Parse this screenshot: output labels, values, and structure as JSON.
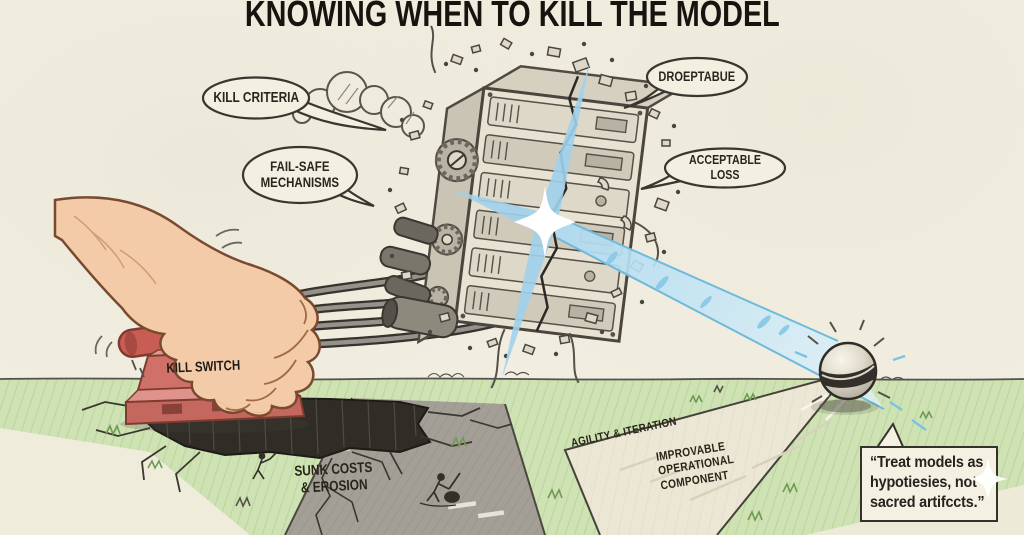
{
  "title": "KNOWING WHEN TO KILL THE MODEL",
  "callouts": {
    "kill_criteria": "KILL CRITERIA",
    "fail_safe": {
      "line1": "FAIL-SAFE",
      "line2": "MECHANISMS"
    },
    "droeptabue": "DROEPTABUE",
    "acceptable_loss": "ACCEPTABLE LOSS"
  },
  "labels": {
    "kill_switch": "KILL SWITCH",
    "sunk_costs": {
      "line1": "SUNK COSTS",
      "line2": "& EROSION"
    },
    "agility_iteration": "AGILITY & ITERATION",
    "improvable": {
      "line1": "IMPROVABLE",
      "line2": "OPERATIONAL",
      "line3": "COMPONENT"
    }
  },
  "quote": {
    "line1": "“Treat models as",
    "line2": "hypotiesies, not",
    "line3": "sacred artifccts.”"
  },
  "icons": {
    "hand": "pressing-hand-icon",
    "plunger": "detonator-plunger-icon",
    "server": "exploding-server-rack-icon",
    "starburst": "blue-starburst-icon",
    "beam": "light-beam-icon",
    "ball": "rolling-marble-icon",
    "smoke": "smoke-cloud-icon",
    "sparkle": "white-sparkle-icon"
  },
  "colors": {
    "paper": "#f1eee1",
    "ink": "#3a362f",
    "switch_red": "#cd6f66",
    "skin": "#f3cba8",
    "beam_blue": "#b5ddf0",
    "grass_green": "#cde1b2",
    "road_gray": "#a39f97",
    "chasm_dark": "#302d27"
  }
}
